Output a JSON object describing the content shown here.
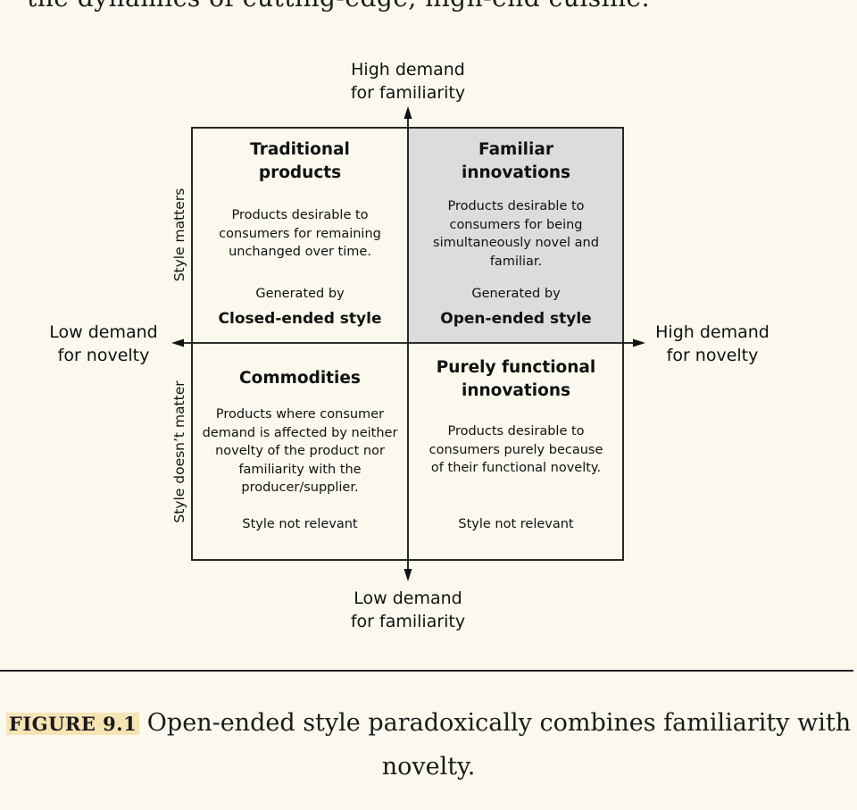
{
  "top_text": "the dynamics of cutting-edge, high-end cuisine.",
  "axes": {
    "top": "High demand\nfor familiarity",
    "bottom": "Low demand\nfor familiarity",
    "left": "Low demand\nfor novelty",
    "right": "High demand\nfor novelty"
  },
  "side_labels": {
    "upper": "Style matters",
    "lower": "Style doesn’t matter"
  },
  "quadrants": {
    "top_left": {
      "title": "Traditional\nproducts",
      "description": "Products desirable to\nconsumers for remaining\nunchanged over time.",
      "generated_by": "Generated by",
      "style": "Closed-ended style"
    },
    "top_right": {
      "title": "Familiar\ninnovations",
      "description": "Products desirable to\nconsumers for being\nsimultaneously novel and\nfamiliar.",
      "generated_by": "Generated by",
      "style": "Open-ended style"
    },
    "bottom_left": {
      "title": "Commodities",
      "description": "Products where consumer\ndemand is affected by neither\nnovelty of the product nor\nfamiliarity with the\nproducer/supplier.",
      "note": "Style not relevant"
    },
    "bottom_right": {
      "title": "Purely functional\ninnovations",
      "description": "Products desirable to\nconsumers purely because\nof their functional novelty.",
      "note": "Style not relevant"
    }
  },
  "caption": {
    "label": "FIGURE 9.1",
    "text": "Open-ended style paradoxically combines familiarity with novelty."
  },
  "colors": {
    "highlight_quadrant": "#dcdcdc",
    "background": "#fbf8ee",
    "figure_label_highlight": "#f6e4b5"
  }
}
